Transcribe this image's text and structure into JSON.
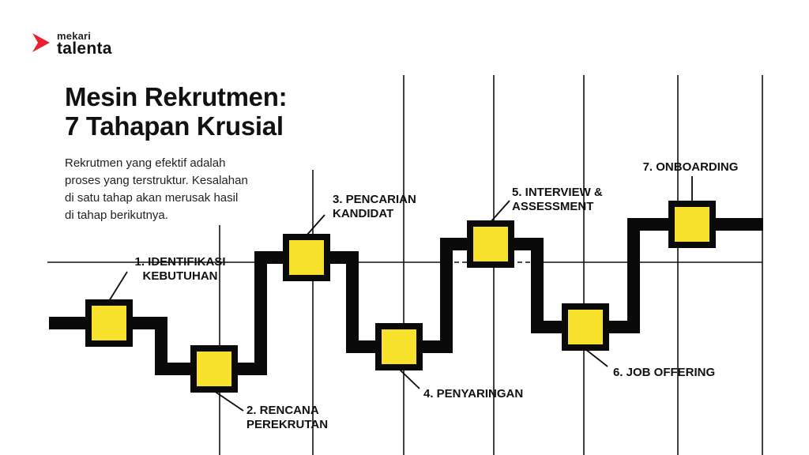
{
  "brand": {
    "small": "mekari",
    "name": "talenta",
    "accent": "#e8212e"
  },
  "title": {
    "line1": "Mesin Rekrutmen:",
    "line2": "7 Tahapan Krusial"
  },
  "description": {
    "lines": [
      "Rekrutmen yang efektif adalah",
      "proses yang terstruktur. Kesalahan",
      "di satu tahap akan merusak hasil",
      "di tahap berikutnya."
    ]
  },
  "colors": {
    "node_fill": "#f7e12b",
    "track": "#0a0a0a",
    "grid": "#111111"
  },
  "steps": [
    {
      "number": 1,
      "lines": [
        "1. IDENTIFIKASI",
        "KEBUTUHAN"
      ]
    },
    {
      "number": 2,
      "lines": [
        "2. RENCANA",
        "PEREKRUTAN"
      ]
    },
    {
      "number": 3,
      "lines": [
        "3. PENCARIAN",
        "KANDIDAT"
      ]
    },
    {
      "number": 4,
      "lines": [
        "4. PENYARINGAN"
      ]
    },
    {
      "number": 5,
      "lines": [
        "5. INTERVIEW &",
        "ASSESSMENT"
      ]
    },
    {
      "number": 6,
      "lines": [
        "6. JOB OFFERING"
      ]
    },
    {
      "number": 7,
      "lines": [
        "7. ONBOARDING"
      ]
    }
  ]
}
